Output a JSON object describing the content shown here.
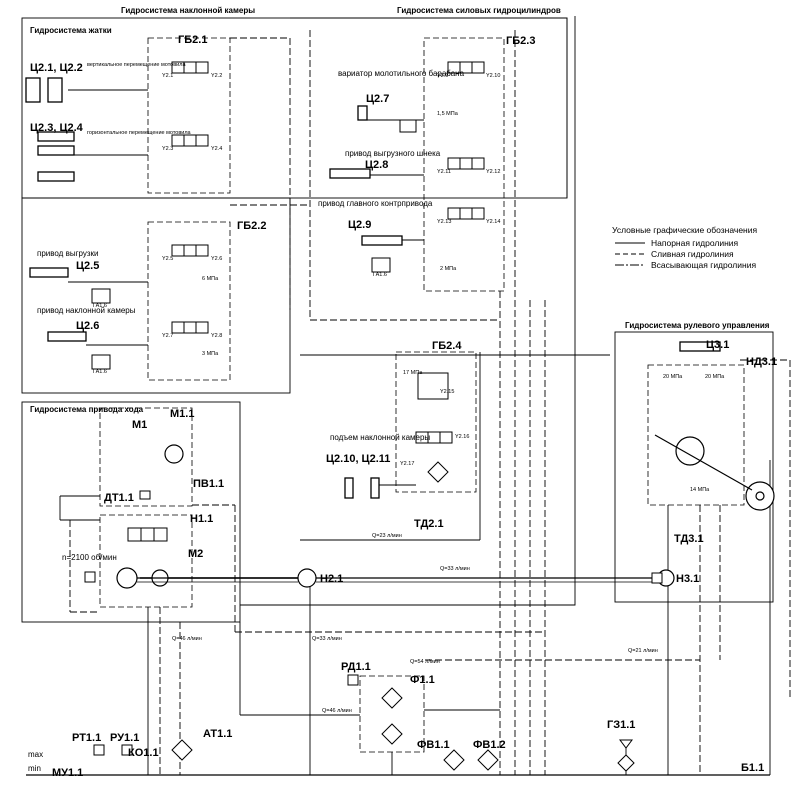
{
  "colors": {
    "line": "#000000",
    "background": "#ffffff"
  },
  "systems": {
    "header": "Гидросистема жатки",
    "camera": "Гидросистема наклонной камеры",
    "cylinders": "Гидросистема силовых гидроцилиндров",
    "drive": "Гидросистема привода хода",
    "steering": "Гидросистема рулевого управления"
  },
  "legend": {
    "title": "Условные графические обозначения",
    "items": [
      "Напорная гидролиния",
      "Сливная гидролиния",
      "Всасывающая гидролиния"
    ]
  },
  "blocks": {
    "gb21": "ГБ2.1",
    "gb22": "ГБ2.2",
    "gb23": "ГБ2.3",
    "gb24": "ГБ2.4"
  },
  "cylinders": {
    "c21": "Ц2.1, Ц2.2",
    "c23": "Ц2.3, Ц2.4",
    "c25": "Ц2.5",
    "c26": "Ц2.6",
    "c27": "Ц2.7",
    "c28": "Ц2.8",
    "c29": "Ц2.9",
    "c210": "Ц2.10, Ц2.11",
    "c31": "Ц3.1"
  },
  "captions": {
    "vertical": "вертикальное перемещение мотовила",
    "horizontal": "горизонтальное перемещение мотовила",
    "unload": "привод выгрузки",
    "cam_drive": "привод наклонной камеры",
    "variator": "вариатор молотильного барабана",
    "auger": "привод выгрузного шнека",
    "main_drive": "привод главного контрпривода",
    "lift": "подъем наклонной камеры"
  },
  "components": {
    "m11": "М1.1",
    "m1": "М1",
    "m2": "М2",
    "pv11": "ПВ1.1",
    "dt11": "ДТ1.1",
    "n11": "Н1.1",
    "n21": "Н2.1",
    "n31": "Н3.1",
    "nd31": "НД3.1",
    "td21": "ТД2.1",
    "td31": "ТД3.1",
    "rd11": "РД1.1",
    "f11": "Ф1.1",
    "fv11": "ФВ1.1",
    "fv12": "ФВ1.2",
    "gz11": "ГЗ1.1",
    "b11": "Б1.1",
    "at11": "АТ1.1",
    "rt11": "РТ1.1",
    "ru11": "РУ1.1",
    "ko11": "КО1.1",
    "mu11": "МУ1.1",
    "max": "max",
    "min": "min"
  },
  "speed": "n=2100 об/мин",
  "small": {
    "y21": "Y2.1",
    "y22": "Y2.2",
    "y23": "Y2.3",
    "y24": "Y2.4",
    "y25": "Y2.5",
    "y26": "Y2.6",
    "y27": "Y2.7",
    "y28": "Y2.8",
    "y29": "Y2.9",
    "y210": "Y2.10",
    "y211": "Y2.11",
    "y212": "Y2.12",
    "y213": "Y2.13",
    "y214": "Y2.14",
    "y215": "Y2.15",
    "y216": "Y2.16",
    "y217": "Y2.17",
    "q23": "Q=23 л/мин",
    "q33": "Q=33 л/мин",
    "q46": "Q=46 л/мин",
    "q54": "Q=54 л/мин",
    "q21": "Q=21 л/мин",
    "p20": "20 МПа",
    "p17": "17 МПа",
    "p1p5": "1,5 МПа",
    "p6": "6 МПа",
    "p2": "2 МПа",
    "p3": "3 МПа",
    "p14": "14 МПа",
    "ga6": "ГА1.6"
  }
}
